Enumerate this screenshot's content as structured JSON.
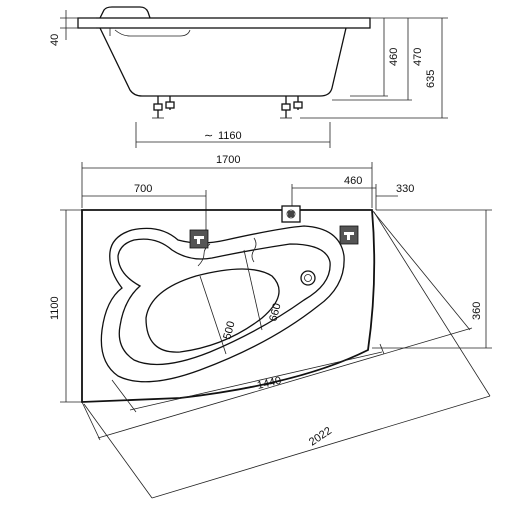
{
  "dimensions": {
    "side_rim_height": "40",
    "side_depth_inner": "460",
    "side_height_total": "470",
    "side_height_legs": "635",
    "side_leg_span": "1160",
    "top_length": "1700",
    "top_left_seat": "700",
    "top_drain_offset": "460",
    "top_drain_to_edge": "330",
    "top_width": "1100",
    "top_right_side": "360",
    "inner_width_narrow": "500",
    "inner_width_wide": "660",
    "inner_length": "1440",
    "diagonal_length": "2022"
  },
  "labels": {
    "approx_symbol": "∼"
  },
  "icons": [
    "faucet-icon",
    "faucet-icon",
    "control-panel-icon",
    "drain-icon"
  ],
  "colors": {
    "line": "#111111",
    "background": "#ffffff"
  }
}
